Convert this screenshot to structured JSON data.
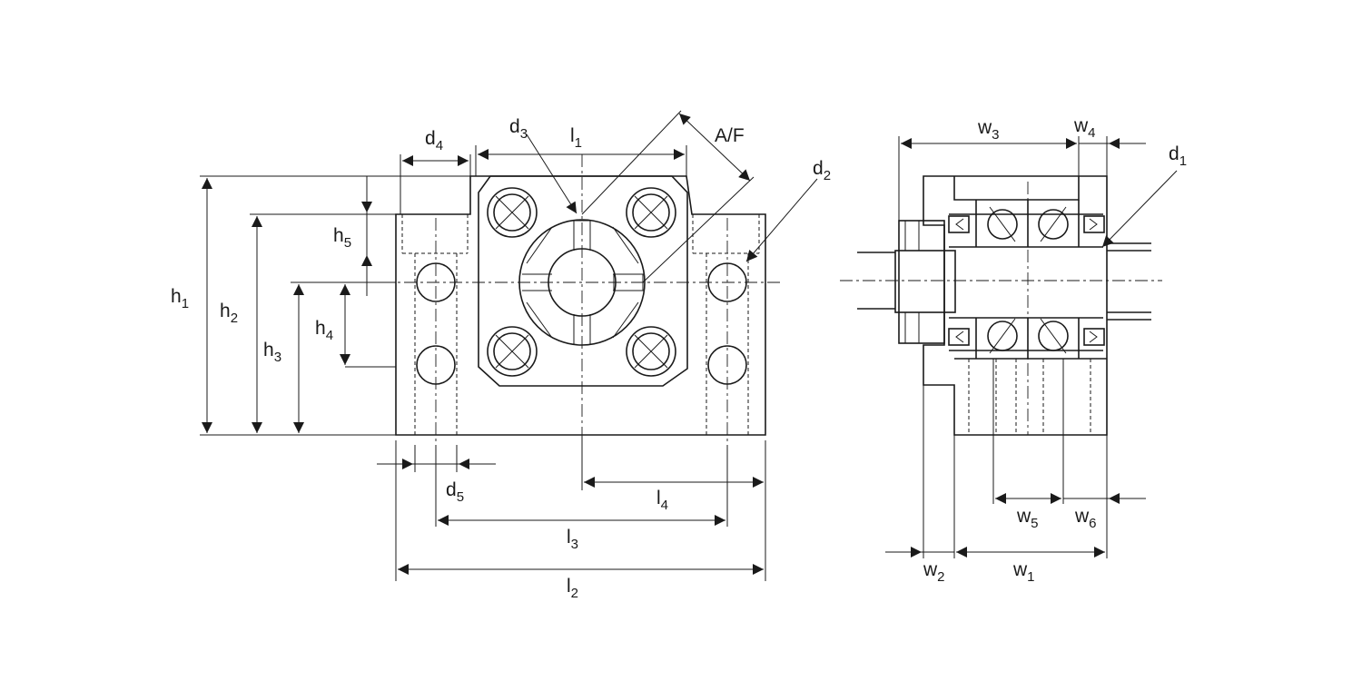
{
  "colors": {
    "line": "#1a1a1a",
    "background": "#ffffff"
  },
  "labels": {
    "d1": {
      "base": "d",
      "sub": "1"
    },
    "d2": {
      "base": "d",
      "sub": "2"
    },
    "d3": {
      "base": "d",
      "sub": "3"
    },
    "d4": {
      "base": "d",
      "sub": "4"
    },
    "d5": {
      "base": "d",
      "sub": "5"
    },
    "l1": {
      "base": "l",
      "sub": "1"
    },
    "l2": {
      "base": "l",
      "sub": "2"
    },
    "l3": {
      "base": "l",
      "sub": "3"
    },
    "l4": {
      "base": "l",
      "sub": "4"
    },
    "h1": {
      "base": "h",
      "sub": "1"
    },
    "h2": {
      "base": "h",
      "sub": "2"
    },
    "h3": {
      "base": "h",
      "sub": "3"
    },
    "h4": {
      "base": "h",
      "sub": "4"
    },
    "h5": {
      "base": "h",
      "sub": "5"
    },
    "w1": {
      "base": "w",
      "sub": "1"
    },
    "w2": {
      "base": "w",
      "sub": "2"
    },
    "w3": {
      "base": "w",
      "sub": "3"
    },
    "w4": {
      "base": "w",
      "sub": "4"
    },
    "w5": {
      "base": "w",
      "sub": "5"
    },
    "w6": {
      "base": "w",
      "sub": "6"
    },
    "af": "A/F"
  }
}
